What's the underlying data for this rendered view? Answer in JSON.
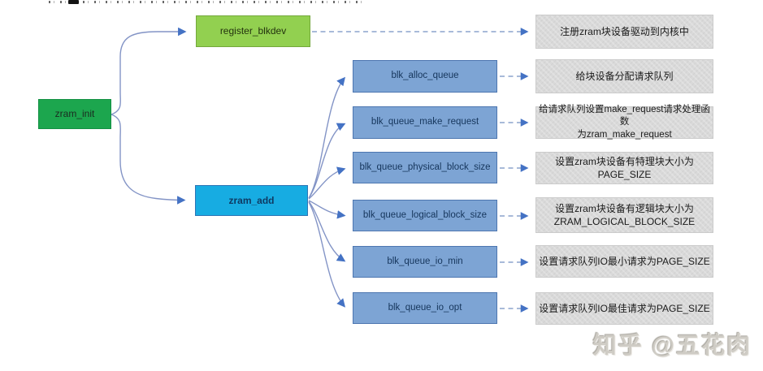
{
  "page": {
    "watermark": "知乎 @五花肉"
  },
  "colors": {
    "root_green": "#1ca64e",
    "register_green": "#92d050",
    "zram_add_cyan": "#17ace2",
    "child_blue": "#7da4d4",
    "note_gray": "#d9d9d9",
    "connector_blue": "#8394c6",
    "arrowhead_blue": "#4472c4"
  },
  "nodes": {
    "root": {
      "label": "zram_init"
    },
    "register_blkdev": {
      "label": "register_blkdev",
      "note": "注册zram块设备驱动到内核中"
    },
    "zram_add": {
      "label": "zram_add"
    },
    "children": [
      {
        "label": "blk_alloc_queue",
        "note": "给块设备分配请求队列"
      },
      {
        "label": "blk_queue_make_request",
        "note": "给请求队列设置make_request请求处理函数\n为zram_make_request"
      },
      {
        "label": "blk_queue_physical_block_size",
        "note": "设置zram块设备有特理块大小为PAGE_SIZE"
      },
      {
        "label": "blk_queue_logical_block_size",
        "note": "设置zram块设备有逻辑块大小为\nZRAM_LOGICAL_BLOCK_SIZE"
      },
      {
        "label": "blk_queue_io_min",
        "note": "设置请求队列IO最小请求为PAGE_SIZE"
      },
      {
        "label": "blk_queue_io_opt",
        "note": "设置请求队列IO最佳请求为PAGE_SIZE"
      }
    ]
  }
}
